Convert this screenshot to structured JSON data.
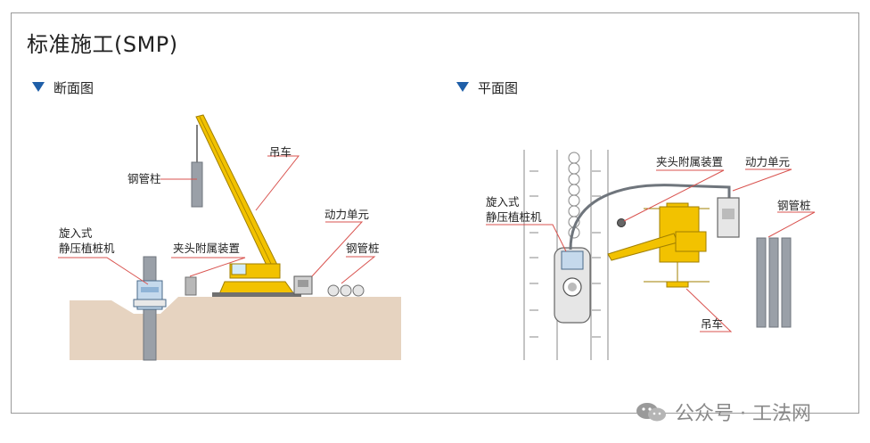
{
  "title": "标准施工(SMP)",
  "sections": {
    "section_view": "断面图",
    "plan_view": "平面图"
  },
  "labels": {
    "steel_pile_hanging": "钢管柱",
    "crane_left": "吊车",
    "rotary_machine_left": "旋入式\n静压植桩机",
    "clamp_attachment_left": "夹头附属装置",
    "power_unit_left": "动力单元",
    "steel_piles_left": "钢管桩",
    "rotary_machine_right": "旋入式\n静压植桩机",
    "clamp_attachment_right": "夹头附属装置",
    "power_unit_right": "动力单元",
    "steel_piles_right": "钢管桩",
    "crane_right": "吊车"
  },
  "watermark": "公众号 · 工法网",
  "colors": {
    "accent_triangle": "#1f5fa8",
    "ground": "#e6d3c0",
    "crane_yellow": "#f2c200",
    "leader_red": "#d9534f",
    "steel_grey": "#9aa0a8"
  }
}
